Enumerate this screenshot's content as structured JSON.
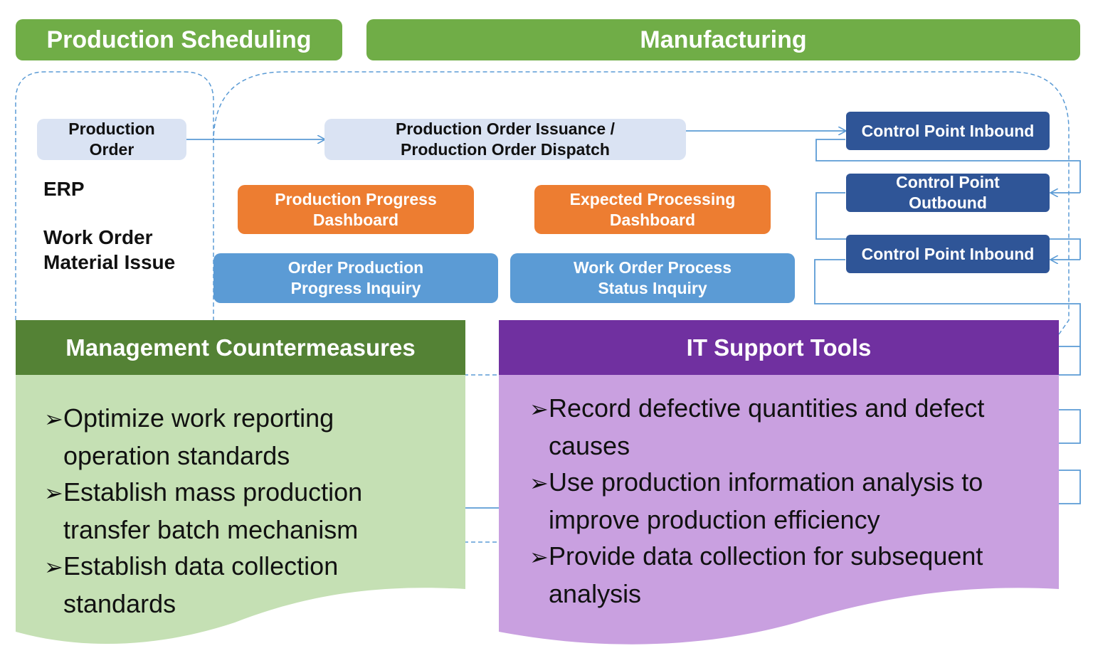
{
  "headers": {
    "scheduling": "Production Scheduling",
    "manufacturing": "Manufacturing"
  },
  "scheduling": {
    "production_order": "Production Order",
    "erp": "ERP",
    "work_order_material_issue": "Work Order Material Issue"
  },
  "manufacturing": {
    "issuance_line1": "Production Order Issuance /",
    "issuance_line2": "Production Order Dispatch",
    "progress_dashboard_line1": "Production Progress",
    "progress_dashboard_line2": "Dashboard",
    "expected_dashboard_line1": "Expected Processing",
    "expected_dashboard_line2": "Dashboard",
    "order_inquiry_line1": "Order Production",
    "order_inquiry_line2": "Progress Inquiry",
    "status_inquiry_line1": "Work Order Process",
    "status_inquiry_line2": "Status Inquiry",
    "control_inbound_1": "Control Point Inbound",
    "control_outbound_line1": "Control Point",
    "control_outbound_line2": "Outbound",
    "control_inbound_2": "Control Point Inbound"
  },
  "management": {
    "title": "Management Countermeasures",
    "bullet_glyph": "➢",
    "items": [
      "Optimize work reporting operation standards",
      "Establish mass production transfer batch mechanism",
      "Establish data collection standards"
    ]
  },
  "it_tools": {
    "title": "IT Support Tools",
    "bullet_glyph": "➢",
    "items": [
      "Record defective quantities and defect causes",
      "Use production information analysis to improve production efficiency",
      "Provide data collection for subsequent analysis"
    ]
  },
  "colors": {
    "header_green": "#70ad47",
    "light_blue_box": "#dae3f3",
    "orange": "#ed7d31",
    "blue": "#5b9bd5",
    "navy": "#2f5597",
    "management_title": "#548235",
    "management_body": "#c5e0b4",
    "it_title": "#7030a0",
    "it_body": "#c9a0e0",
    "connector": "#5b9bd5"
  }
}
